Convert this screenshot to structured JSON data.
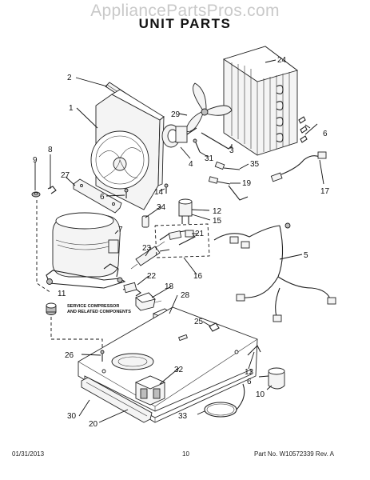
{
  "watermark": "AppliancePartsPros.com",
  "title": "UNIT PARTS",
  "service_note": [
    "SERVICE COMPRESSOR",
    "AND RELATED COMPONENTS"
  ],
  "footer": {
    "date": "01/31/2013",
    "page": "10",
    "part_number": "Part No. W10572339  Rev. A"
  },
  "callouts": {
    "c1": "1",
    "c2": "2",
    "c3": "3",
    "c4": "4",
    "c5": "5",
    "c6a": "6",
    "c6b": "6",
    "c6c": "6",
    "c7": "7",
    "c8": "8",
    "c9": "9",
    "c10": "10",
    "c11": "11",
    "c12": "12",
    "c13": "13",
    "c14": "14",
    "c15": "15",
    "c16": "16",
    "c17": "17",
    "c18": "18",
    "c19": "19",
    "c20": "20",
    "c21": "21",
    "c22": "22",
    "c23": "23",
    "c24": "24",
    "c25": "25",
    "c26": "26",
    "c27": "27",
    "c28": "28",
    "c29": "29",
    "c30": "30",
    "c31": "31",
    "c32": "32",
    "c33": "33",
    "c34": "34",
    "c35": "35"
  }
}
